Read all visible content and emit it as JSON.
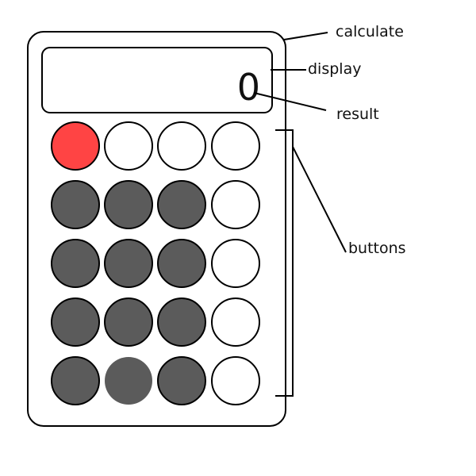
{
  "diagram": {
    "display": {
      "value": "0"
    },
    "callouts": {
      "calculate": "calculate",
      "display": "display",
      "result": "result",
      "buttons": "buttons"
    },
    "buttons": {
      "rows": [
        [
          "red",
          "white",
          "white",
          "white"
        ],
        [
          "dark",
          "dark",
          "dark",
          "white"
        ],
        [
          "dark",
          "dark",
          "dark",
          "white"
        ],
        [
          "dark",
          "dark",
          "dark",
          "white"
        ],
        [
          "dark",
          "dark-no-outline",
          "dark",
          "white"
        ]
      ]
    },
    "colors": {
      "red": "#ff4444",
      "dark": "#5b5b5b",
      "white": "#ffffff",
      "stroke": "#000000"
    }
  }
}
